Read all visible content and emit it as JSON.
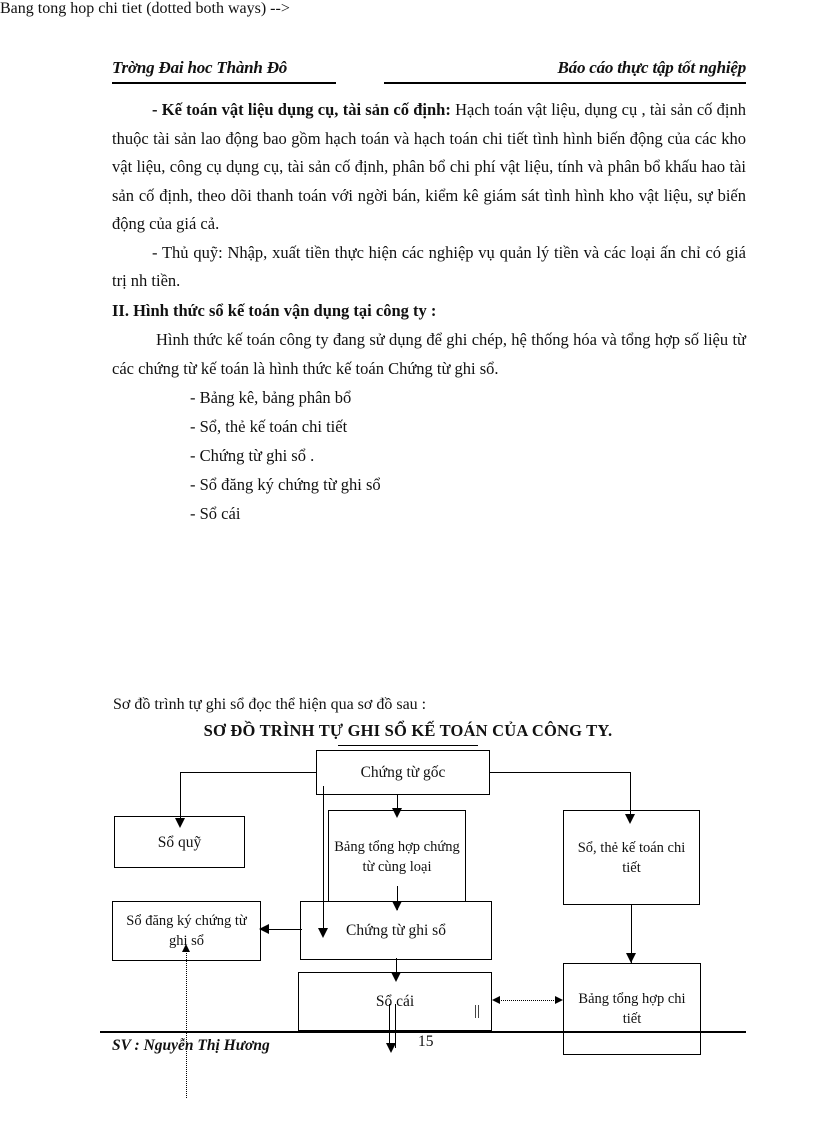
{
  "header": {
    "left": "Trờng  Đai hoc Thành Đô",
    "right": "Báo cáo thực tập tốt nghiệp"
  },
  "body": {
    "para1_lead": "- Kế toán vật liệu dụng cụ, tài sản cố định:",
    "para1_rest": " Hạch toán vật liệu, dụng cụ , tài sản cố định thuộc tài sản lao động bao gồm hạch toán và hạch toán chi tiết tình hình biến động của các kho vật liệu, công cụ dụng cụ, tài sản cố định, phân bổ chi phí vật liệu, tính và phân bổ khấu hao tài sản cố định, theo dõi thanh toán với ngời  bán, kiểm kê giám sát tình hình kho vật liệu, sự biến động của giá cả.",
    "para2": "- Thủ quỹ: Nhập, xuất tiền thực hiện các nghiệp vụ quản lý tiền và các loại ấn chỉ có giá trị nh   tiền.",
    "section_heading": "II. Hình thức sổ kế toán vận dụng tại công ty :",
    "para3": "Hình thức kế toán công ty đang sử dụng  để ghi chép, hệ thống hóa và tổng hợp số liệu từ các chứng từ kế toán là hình thức kế toán Chứng từ ghi sổ.",
    "bullets": [
      "- Bảng kê, bảng phân bổ",
      "- Sổ, thẻ kế toán chi tiết",
      "- Chứng từ ghi sổ .",
      "- Sổ đăng ký chứng từ ghi sổ",
      "- Sổ cái"
    ]
  },
  "diagram": {
    "intro": "Sơ đồ trình tự ghi sổ đọc   thể hiện  qua sơ đồ sau :",
    "title": "SƠ ĐỒ TRÌNH TỰ GHI SỔ KẾ TOÁN CỦA CÔNG TY.",
    "nodes": {
      "chung_tu_goc": "Chứng từ gốc",
      "so_quy": "Sổ quỹ",
      "bang_tong_hop_chung_tu": "Bảng tổng hợp chứng từ cùng loại",
      "so_the_ke_toan_chi_tiet": "Sổ, thẻ kế toán chi tiết",
      "so_dang_ky_chung_tu_ghi_so": "Sổ đăng ký chứng từ ghi sổ",
      "chung_tu_ghi_so": "Chứng từ ghi sổ",
      "so_cai": "Sổ cái",
      "bang_tong_hop_chi_tiet": "Bảng tổng hợp chi tiết"
    },
    "marks": {
      "double_bar": "||"
    }
  },
  "footer": {
    "student": "SV : Nguyễn Thị Hương",
    "page_number": "15"
  },
  "colors": {
    "ink": "#111111",
    "line": "#000000",
    "paper": "#ffffff"
  }
}
